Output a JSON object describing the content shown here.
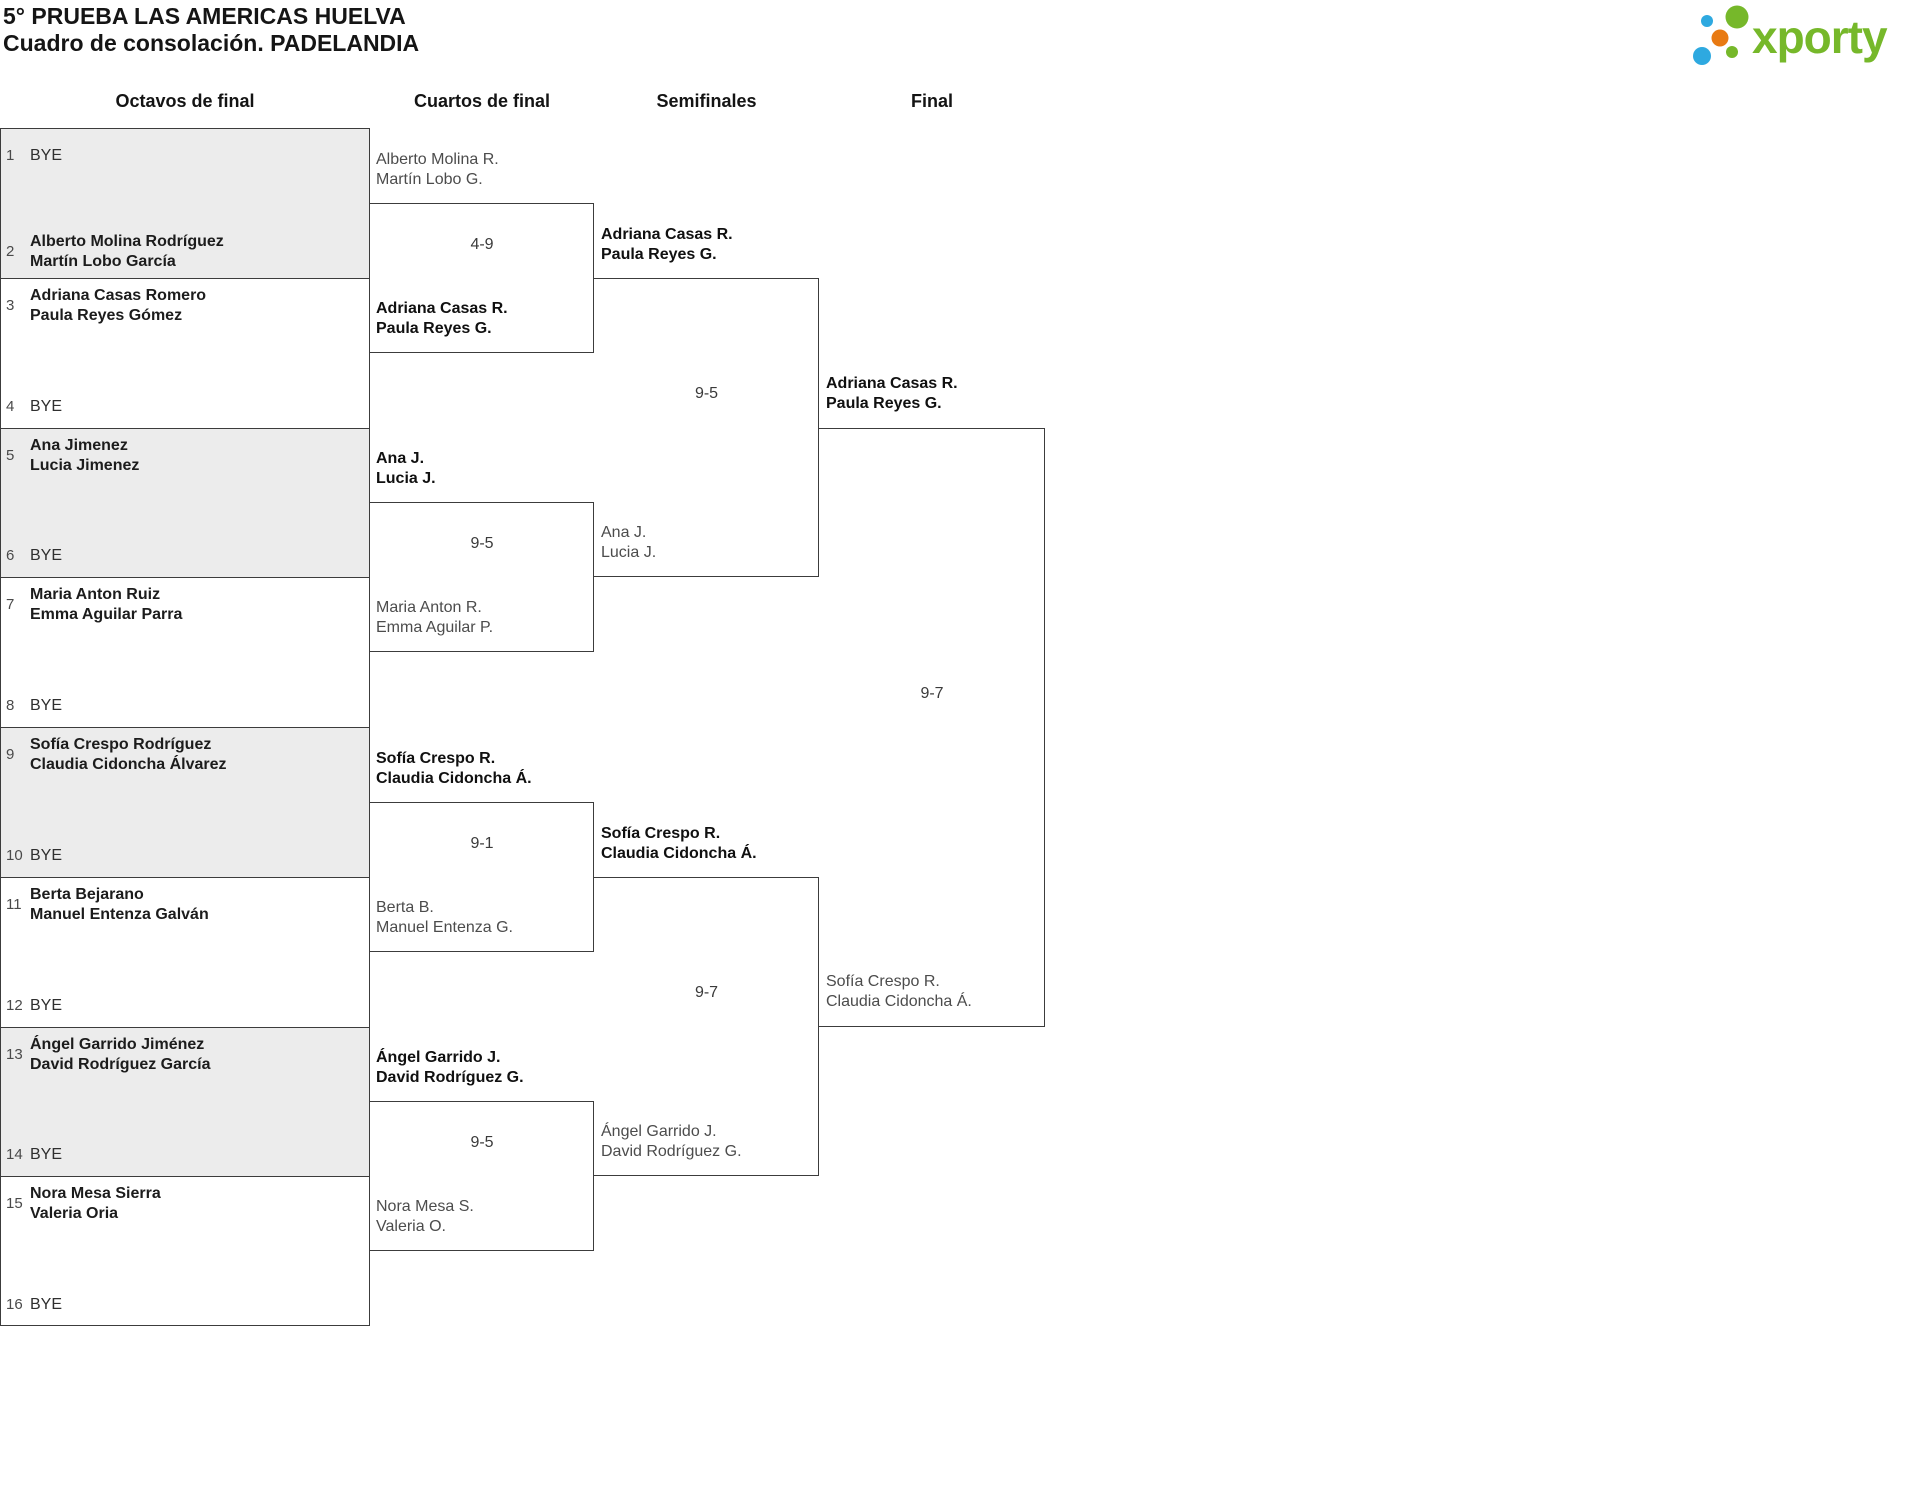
{
  "header": {
    "title": "5° PRUEBA LAS AMERICAS HUELVA",
    "subtitle": "Cuadro de consolación. PADELANDIA",
    "logo_text": "xporty"
  },
  "rounds": [
    "Octavos de final",
    "Cuartos de final",
    "Semifinales",
    "Final"
  ],
  "colors": {
    "logo_green": "#76b82a",
    "logo_blue": "#2ea9e0",
    "logo_orange": "#e87a12",
    "bracket_line": "#3c3c3c",
    "pairbox_fill": "#ececec",
    "winner_text": "#101010",
    "loser_text": "#4c4c4c"
  },
  "octavos": {
    "slots": [
      {
        "seed": "1",
        "name1": "BYE",
        "bye": true
      },
      {
        "seed": "2",
        "name1": "Alberto Molina Rodríguez",
        "name2": "Martín Lobo García",
        "bye": false
      },
      {
        "seed": "3",
        "name1": "Adriana Casas Romero",
        "name2": "Paula Reyes Gómez",
        "bye": false
      },
      {
        "seed": "4",
        "name1": "BYE",
        "bye": true
      },
      {
        "seed": "5",
        "name1": "Ana Jimenez",
        "name2": "Lucia Jimenez",
        "bye": false
      },
      {
        "seed": "6",
        "name1": "BYE",
        "bye": true
      },
      {
        "seed": "7",
        "name1": "Maria Anton Ruiz",
        "name2": "Emma Aguilar Parra",
        "bye": false
      },
      {
        "seed": "8",
        "name1": "BYE",
        "bye": true
      },
      {
        "seed": "9",
        "name1": "Sofía Crespo Rodríguez",
        "name2": "Claudia Cidoncha Álvarez",
        "bye": false
      },
      {
        "seed": "10",
        "name1": "BYE",
        "bye": true
      },
      {
        "seed": "11",
        "name1": "Berta Bejarano",
        "name2": "Manuel Entenza Galván",
        "bye": false
      },
      {
        "seed": "12",
        "name1": "BYE",
        "bye": true
      },
      {
        "seed": "13",
        "name1": "Ángel Garrido Jiménez",
        "name2": "David Rodríguez García",
        "bye": false
      },
      {
        "seed": "14",
        "name1": "BYE",
        "bye": true
      },
      {
        "seed": "15",
        "name1": "Nora Mesa Sierra",
        "name2": "Valeria Oria",
        "bye": false
      },
      {
        "seed": "16",
        "name1": "BYE",
        "bye": true
      }
    ]
  },
  "cuartos": [
    {
      "top1": "Alberto Molina R.",
      "top2": "Martín Lobo G.",
      "bot1": "Adriana Casas R.",
      "bot2": "Paula Reyes G.",
      "score": "4-9",
      "winner": "bottom"
    },
    {
      "top1": "Ana J.",
      "top2": "Lucia J.",
      "bot1": "Maria Anton R.",
      "bot2": "Emma Aguilar P.",
      "score": "9-5",
      "winner": "top"
    },
    {
      "top1": "Sofía Crespo R.",
      "top2": "Claudia Cidoncha Á.",
      "bot1": "Berta B.",
      "bot2": "Manuel Entenza G.",
      "score": "9-1",
      "winner": "top"
    },
    {
      "top1": "Ángel Garrido J.",
      "top2": "David Rodríguez G.",
      "bot1": "Nora Mesa S.",
      "bot2": "Valeria O.",
      "score": "9-5",
      "winner": "top"
    }
  ],
  "semifinales": [
    {
      "top1": "Adriana Casas R.",
      "top2": "Paula Reyes G.",
      "bot1": "Ana J.",
      "bot2": "Lucia J.",
      "score": "9-5",
      "winner": "top"
    },
    {
      "top1": "Sofía Crespo R.",
      "top2": "Claudia Cidoncha Á.",
      "bot1": "Ángel Garrido J.",
      "bot2": "David Rodríguez G.",
      "score": "9-7",
      "winner": "top"
    }
  ],
  "final_match": {
    "top1": "Adriana Casas R.",
    "top2": "Paula Reyes G.",
    "bot1": "Sofía Crespo R.",
    "bot2": "Claudia Cidoncha Á.",
    "score": "9-7",
    "winner": "top"
  }
}
